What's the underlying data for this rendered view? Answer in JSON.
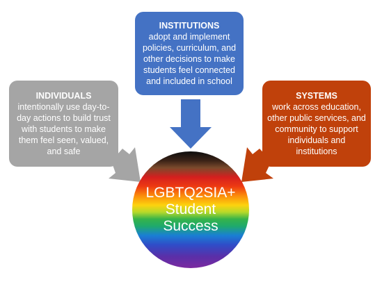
{
  "center": {
    "lines": [
      "LGBTQ2SIA+",
      "Student",
      "Success"
    ]
  },
  "institutions": {
    "title": "INSTITUTIONS",
    "lines": [
      "adopt and implement",
      "policies, curriculum, and",
      "other decisions to make",
      "students feel connected",
      "and included in school"
    ],
    "color": "#4472c4"
  },
  "individuals": {
    "title": "INDIVIDUALS",
    "lines": [
      "intentionally use day-to-",
      "day actions to build trust",
      "with students to make",
      "them feel seen, valued,",
      "and safe"
    ],
    "color": "#a5a5a5"
  },
  "systems": {
    "title": "SYSTEMS",
    "lines": [
      "work across education,",
      "other public services, and",
      "community to support",
      "individuals and",
      "institutions"
    ],
    "color": "#c0410b"
  }
}
